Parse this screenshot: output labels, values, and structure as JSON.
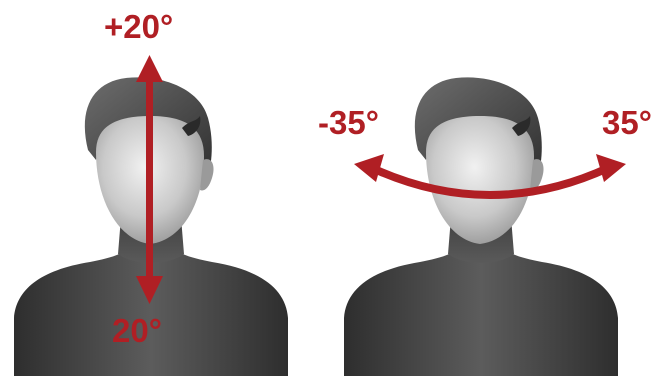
{
  "labels": {
    "pitch_up": "+20°",
    "pitch_down": "20°",
    "yaw_left": "-35°",
    "yaw_right": "35°"
  },
  "colors": {
    "accent": "#b01f24",
    "background": "#ffffff"
  },
  "icons": {
    "left_figure": "head-bust-icon",
    "right_figure": "head-bust-icon"
  }
}
